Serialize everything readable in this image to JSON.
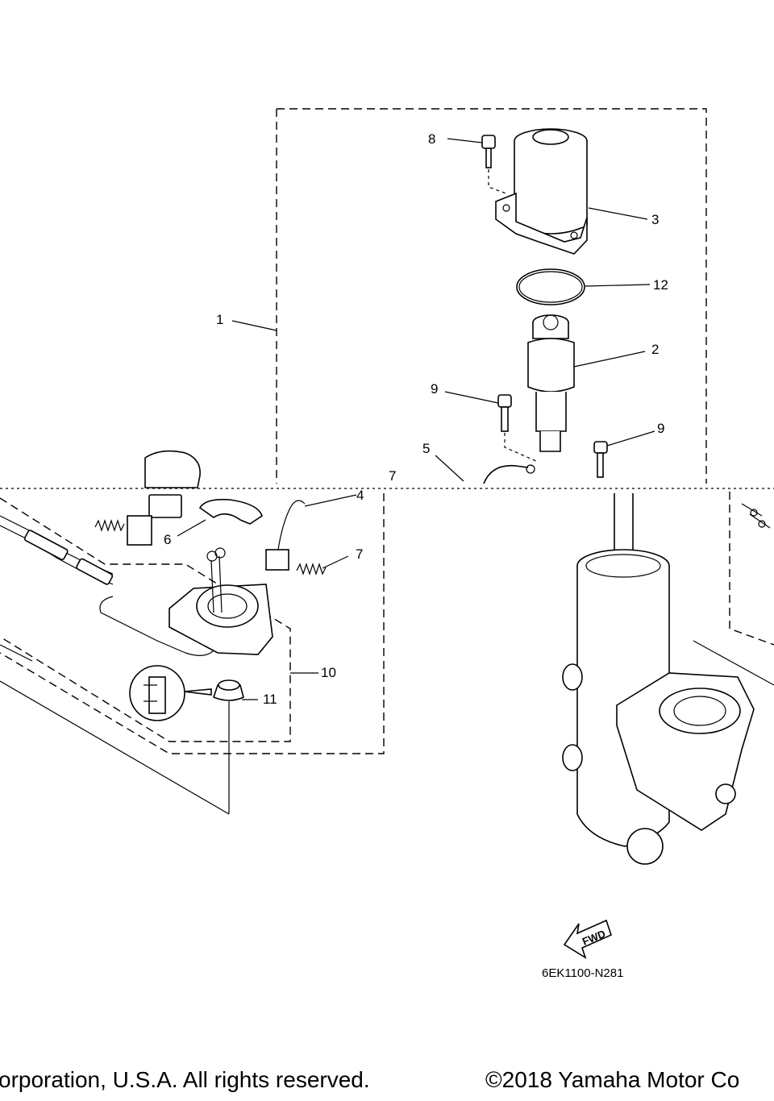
{
  "callouts": {
    "c1": "1",
    "c2": "2",
    "c3": "3",
    "c4": "4",
    "c5": "5",
    "c6": "6",
    "c7a": "7",
    "c7b": "7",
    "c8": "8",
    "c9a": "9",
    "c9b": "9",
    "c10": "10",
    "c11": "11",
    "c12": "12"
  },
  "fwd_label": "FWD",
  "diagram_code": "6EK1100-N281",
  "footer": {
    "left": "orporation, U.S.A. All rights reserved.",
    "right": "©2018 Yamaha Motor Co"
  }
}
